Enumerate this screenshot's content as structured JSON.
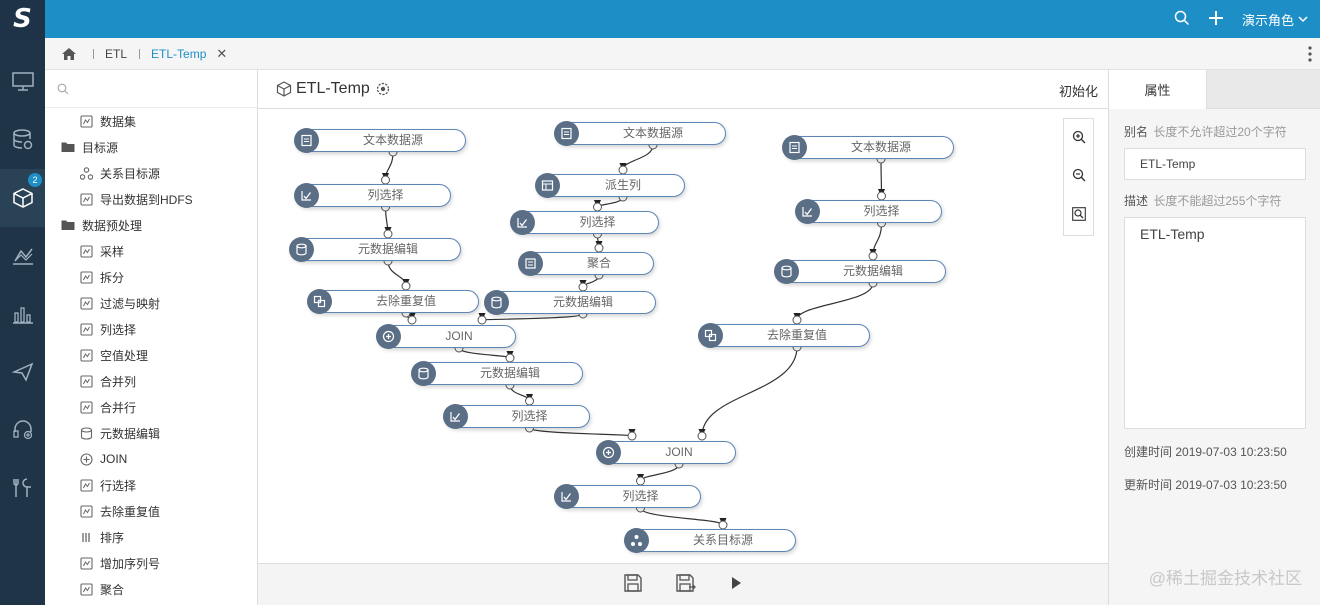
{
  "app": {
    "logo": "S",
    "role_label": "演示角色"
  },
  "nav": {
    "badge_count": "2",
    "items": [
      "monitor",
      "database",
      "etl",
      "analysis",
      "chart",
      "send",
      "support",
      "tools"
    ]
  },
  "tabs": [
    {
      "label": "ETL",
      "active": false
    },
    {
      "label": "ETL-Temp",
      "active": true,
      "closable": true
    }
  ],
  "tree": {
    "search_placeholder": "",
    "items": [
      {
        "level": 1,
        "label": "数据集",
        "icon": "dataset-icon"
      },
      {
        "level": 0,
        "label": "目标源",
        "icon": "folder-icon"
      },
      {
        "level": 1,
        "label": "关系目标源",
        "icon": "relation-target-icon"
      },
      {
        "level": 1,
        "label": "导出数据到HDFS",
        "icon": "hdfs-icon"
      },
      {
        "level": 0,
        "label": "数据预处理",
        "icon": "folder-icon"
      },
      {
        "level": 1,
        "label": "采样",
        "icon": "sample-icon"
      },
      {
        "level": 1,
        "label": "拆分",
        "icon": "split-icon"
      },
      {
        "level": 1,
        "label": "过滤与映射",
        "icon": "filter-icon"
      },
      {
        "level": 1,
        "label": "列选择",
        "icon": "column-select-icon"
      },
      {
        "level": 1,
        "label": "空值处理",
        "icon": "null-handle-icon"
      },
      {
        "level": 1,
        "label": "合并列",
        "icon": "merge-column-icon"
      },
      {
        "level": 1,
        "label": "合并行",
        "icon": "merge-row-icon"
      },
      {
        "level": 1,
        "label": "元数据编辑",
        "icon": "metadata-icon"
      },
      {
        "level": 1,
        "label": "JOIN",
        "icon": "join-icon"
      },
      {
        "level": 1,
        "label": "行选择",
        "icon": "row-select-icon"
      },
      {
        "level": 1,
        "label": "去除重复值",
        "icon": "dedupe-icon"
      },
      {
        "level": 1,
        "label": "排序",
        "icon": "sort-icon"
      },
      {
        "level": 1,
        "label": "增加序列号",
        "icon": "serial-icon"
      },
      {
        "level": 1,
        "label": "聚合",
        "icon": "aggregate-icon"
      }
    ]
  },
  "editor": {
    "title": "ETL-Temp",
    "init_label": "初始化",
    "nodes": [
      {
        "id": "n1",
        "label": "文本数据源",
        "icon": "text-source"
      },
      {
        "id": "n2",
        "label": "列选择",
        "icon": "column-select"
      },
      {
        "id": "n3",
        "label": "元数据编辑",
        "icon": "metadata"
      },
      {
        "id": "n4",
        "label": "去除重复值",
        "icon": "dedupe"
      },
      {
        "id": "n5",
        "label": "文本数据源",
        "icon": "text-source"
      },
      {
        "id": "n6",
        "label": "派生列",
        "icon": "derive"
      },
      {
        "id": "n7",
        "label": "列选择",
        "icon": "column-select"
      },
      {
        "id": "n8",
        "label": "聚合",
        "icon": "aggregate"
      },
      {
        "id": "n9",
        "label": "元数据编辑",
        "icon": "metadata"
      },
      {
        "id": "n10",
        "label": "JOIN",
        "icon": "join"
      },
      {
        "id": "n11",
        "label": "元数据编辑",
        "icon": "metadata"
      },
      {
        "id": "n12",
        "label": "列选择",
        "icon": "column-select"
      },
      {
        "id": "n13",
        "label": "文本数据源",
        "icon": "text-source"
      },
      {
        "id": "n14",
        "label": "列选择",
        "icon": "column-select"
      },
      {
        "id": "n15",
        "label": "元数据编辑",
        "icon": "metadata"
      },
      {
        "id": "n16",
        "label": "去除重复值",
        "icon": "dedupe"
      },
      {
        "id": "n17",
        "label": "JOIN",
        "icon": "join"
      },
      {
        "id": "n18",
        "label": "列选择",
        "icon": "column-select"
      },
      {
        "id": "n19",
        "label": "关系目标源",
        "icon": "relation-target"
      }
    ],
    "edges": [
      [
        "n1",
        "n2"
      ],
      [
        "n2",
        "n3"
      ],
      [
        "n3",
        "n4"
      ],
      [
        "n4",
        "n10"
      ],
      [
        "n9",
        "n10"
      ],
      [
        "n5",
        "n6"
      ],
      [
        "n6",
        "n7"
      ],
      [
        "n7",
        "n8"
      ],
      [
        "n8",
        "n9"
      ],
      [
        "n10",
        "n11"
      ],
      [
        "n11",
        "n12"
      ],
      [
        "n12",
        "n17"
      ],
      [
        "n13",
        "n14"
      ],
      [
        "n14",
        "n15"
      ],
      [
        "n15",
        "n16"
      ],
      [
        "n16",
        "n17"
      ],
      [
        "n17",
        "n18"
      ],
      [
        "n18",
        "n19"
      ]
    ]
  },
  "properties": {
    "tab_label": "属性",
    "alias_label": "别名",
    "alias_hint": "长度不允许超过20个字符",
    "alias_value": "ETL-Temp",
    "desc_label": "描述",
    "desc_hint": "长度不能超过255个字符",
    "desc_value": "ETL-Temp",
    "created_label": "创建时间",
    "created_value": "2019-07-03 10:23:50",
    "updated_label": "更新时间",
    "updated_value": "2019-07-03 10:23:50"
  },
  "watermark": "@稀土掘金技术社区",
  "colors": {
    "topbar": "#1e8fc6",
    "nav": "#1f3447",
    "accent": "#1e8fc6",
    "node_border": "#5b86b6",
    "node_icon": "#5a6e86"
  }
}
